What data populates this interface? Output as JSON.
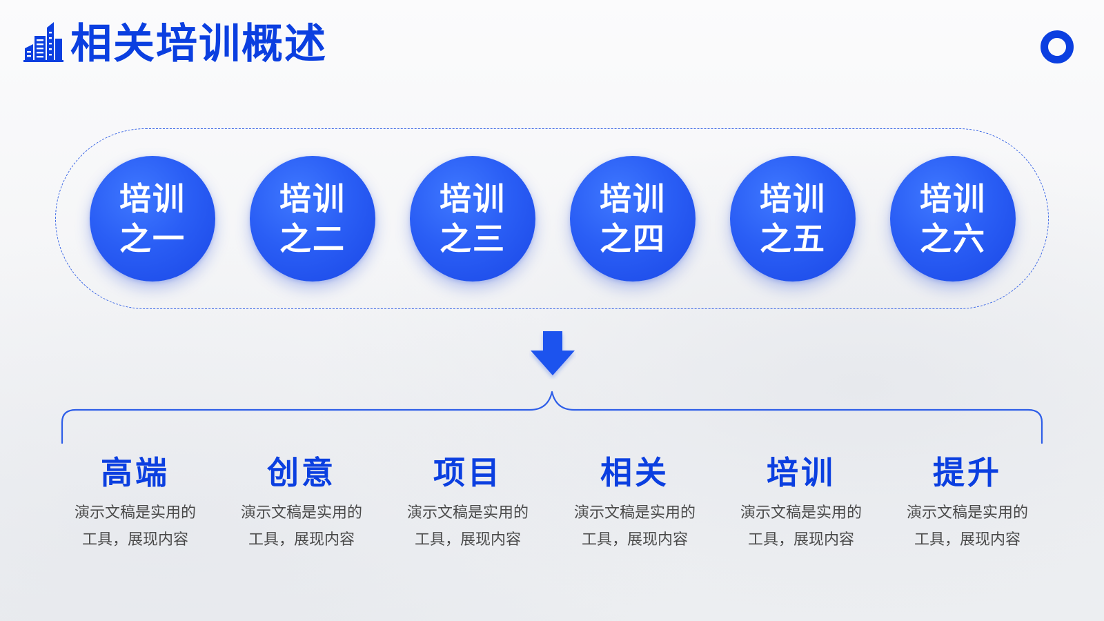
{
  "header": {
    "title": "相关培训概述",
    "logo_icon": "buildings-icon",
    "corner_icon": "ring-icon",
    "accent_color": "#0b3fe0"
  },
  "circles": [
    {
      "line1": "培训",
      "line2": "之一"
    },
    {
      "line1": "培训",
      "line2": "之二"
    },
    {
      "line1": "培训",
      "line2": "之三"
    },
    {
      "line1": "培训",
      "line2": "之四"
    },
    {
      "line1": "培训",
      "line2": "之五"
    },
    {
      "line1": "培训",
      "line2": "之六"
    }
  ],
  "arrow_icon": "arrow-down-icon",
  "items": [
    {
      "title": "高端",
      "desc1": "演示文稿是实用的",
      "desc2": "工具，展现内容"
    },
    {
      "title": "创意",
      "desc1": "演示文稿是实用的",
      "desc2": "工具，展现内容"
    },
    {
      "title": "项目",
      "desc1": "演示文稿是实用的",
      "desc2": "工具，展现内容"
    },
    {
      "title": "相关",
      "desc1": "演示文稿是实用的",
      "desc2": "工具，展现内容"
    },
    {
      "title": "培训",
      "desc1": "演示文稿是实用的",
      "desc2": "工具，展现内容"
    },
    {
      "title": "提升",
      "desc1": "演示文稿是实用的",
      "desc2": "工具，展现内容"
    }
  ]
}
